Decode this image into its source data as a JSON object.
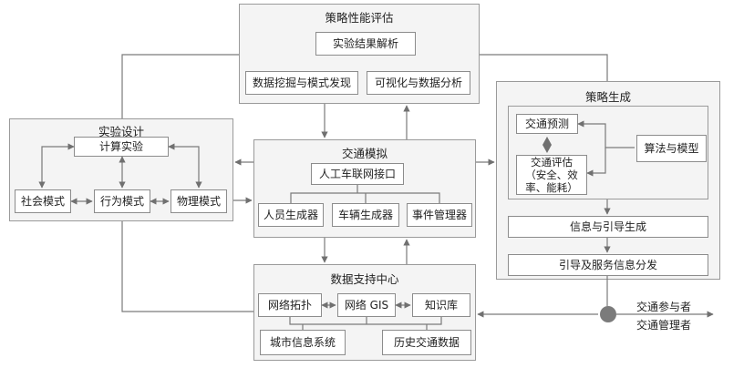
{
  "panels": {
    "strategy_eval": {
      "title": "策略性能评估",
      "boxes": {
        "result_analysis": "实验结果解析",
        "data_mining": "数据挖掘与模式发现",
        "visual_analysis": "可视化与数据分析"
      }
    },
    "experiment_design": {
      "title": "实验设计",
      "boxes": {
        "compute_experiment": "计算实验",
        "social_mode": "社会模式",
        "behavior_mode": "行为模式",
        "physical_mode": "物理模式"
      }
    },
    "traffic_sim": {
      "title": "交通模拟",
      "boxes": {
        "connected_vehicle_interface": "人工车联网接口",
        "person_generator": "人员生成器",
        "vehicle_generator": "车辆生成器",
        "event_manager": "事件管理器"
      }
    },
    "strategy_gen": {
      "title": "策略生成",
      "boxes": {
        "traffic_prediction": "交通预测",
        "traffic_evaluation": "交通评估（安全、效率、能耗）",
        "algorithm_model": "算法与模型",
        "info_guidance": "信息与引导生成",
        "service_distribution": "引导及服务信息分发"
      }
    },
    "data_center": {
      "title": "数据支持中心",
      "boxes": {
        "network_topology": "网络拓扑",
        "network_gis": "网络 GIS",
        "knowledge_base": "知识库",
        "city_info": "城市信息系统",
        "history_traffic": "历史交通数据"
      }
    }
  },
  "outputs": {
    "participants": "交通参与者",
    "managers": "交通管理者"
  }
}
